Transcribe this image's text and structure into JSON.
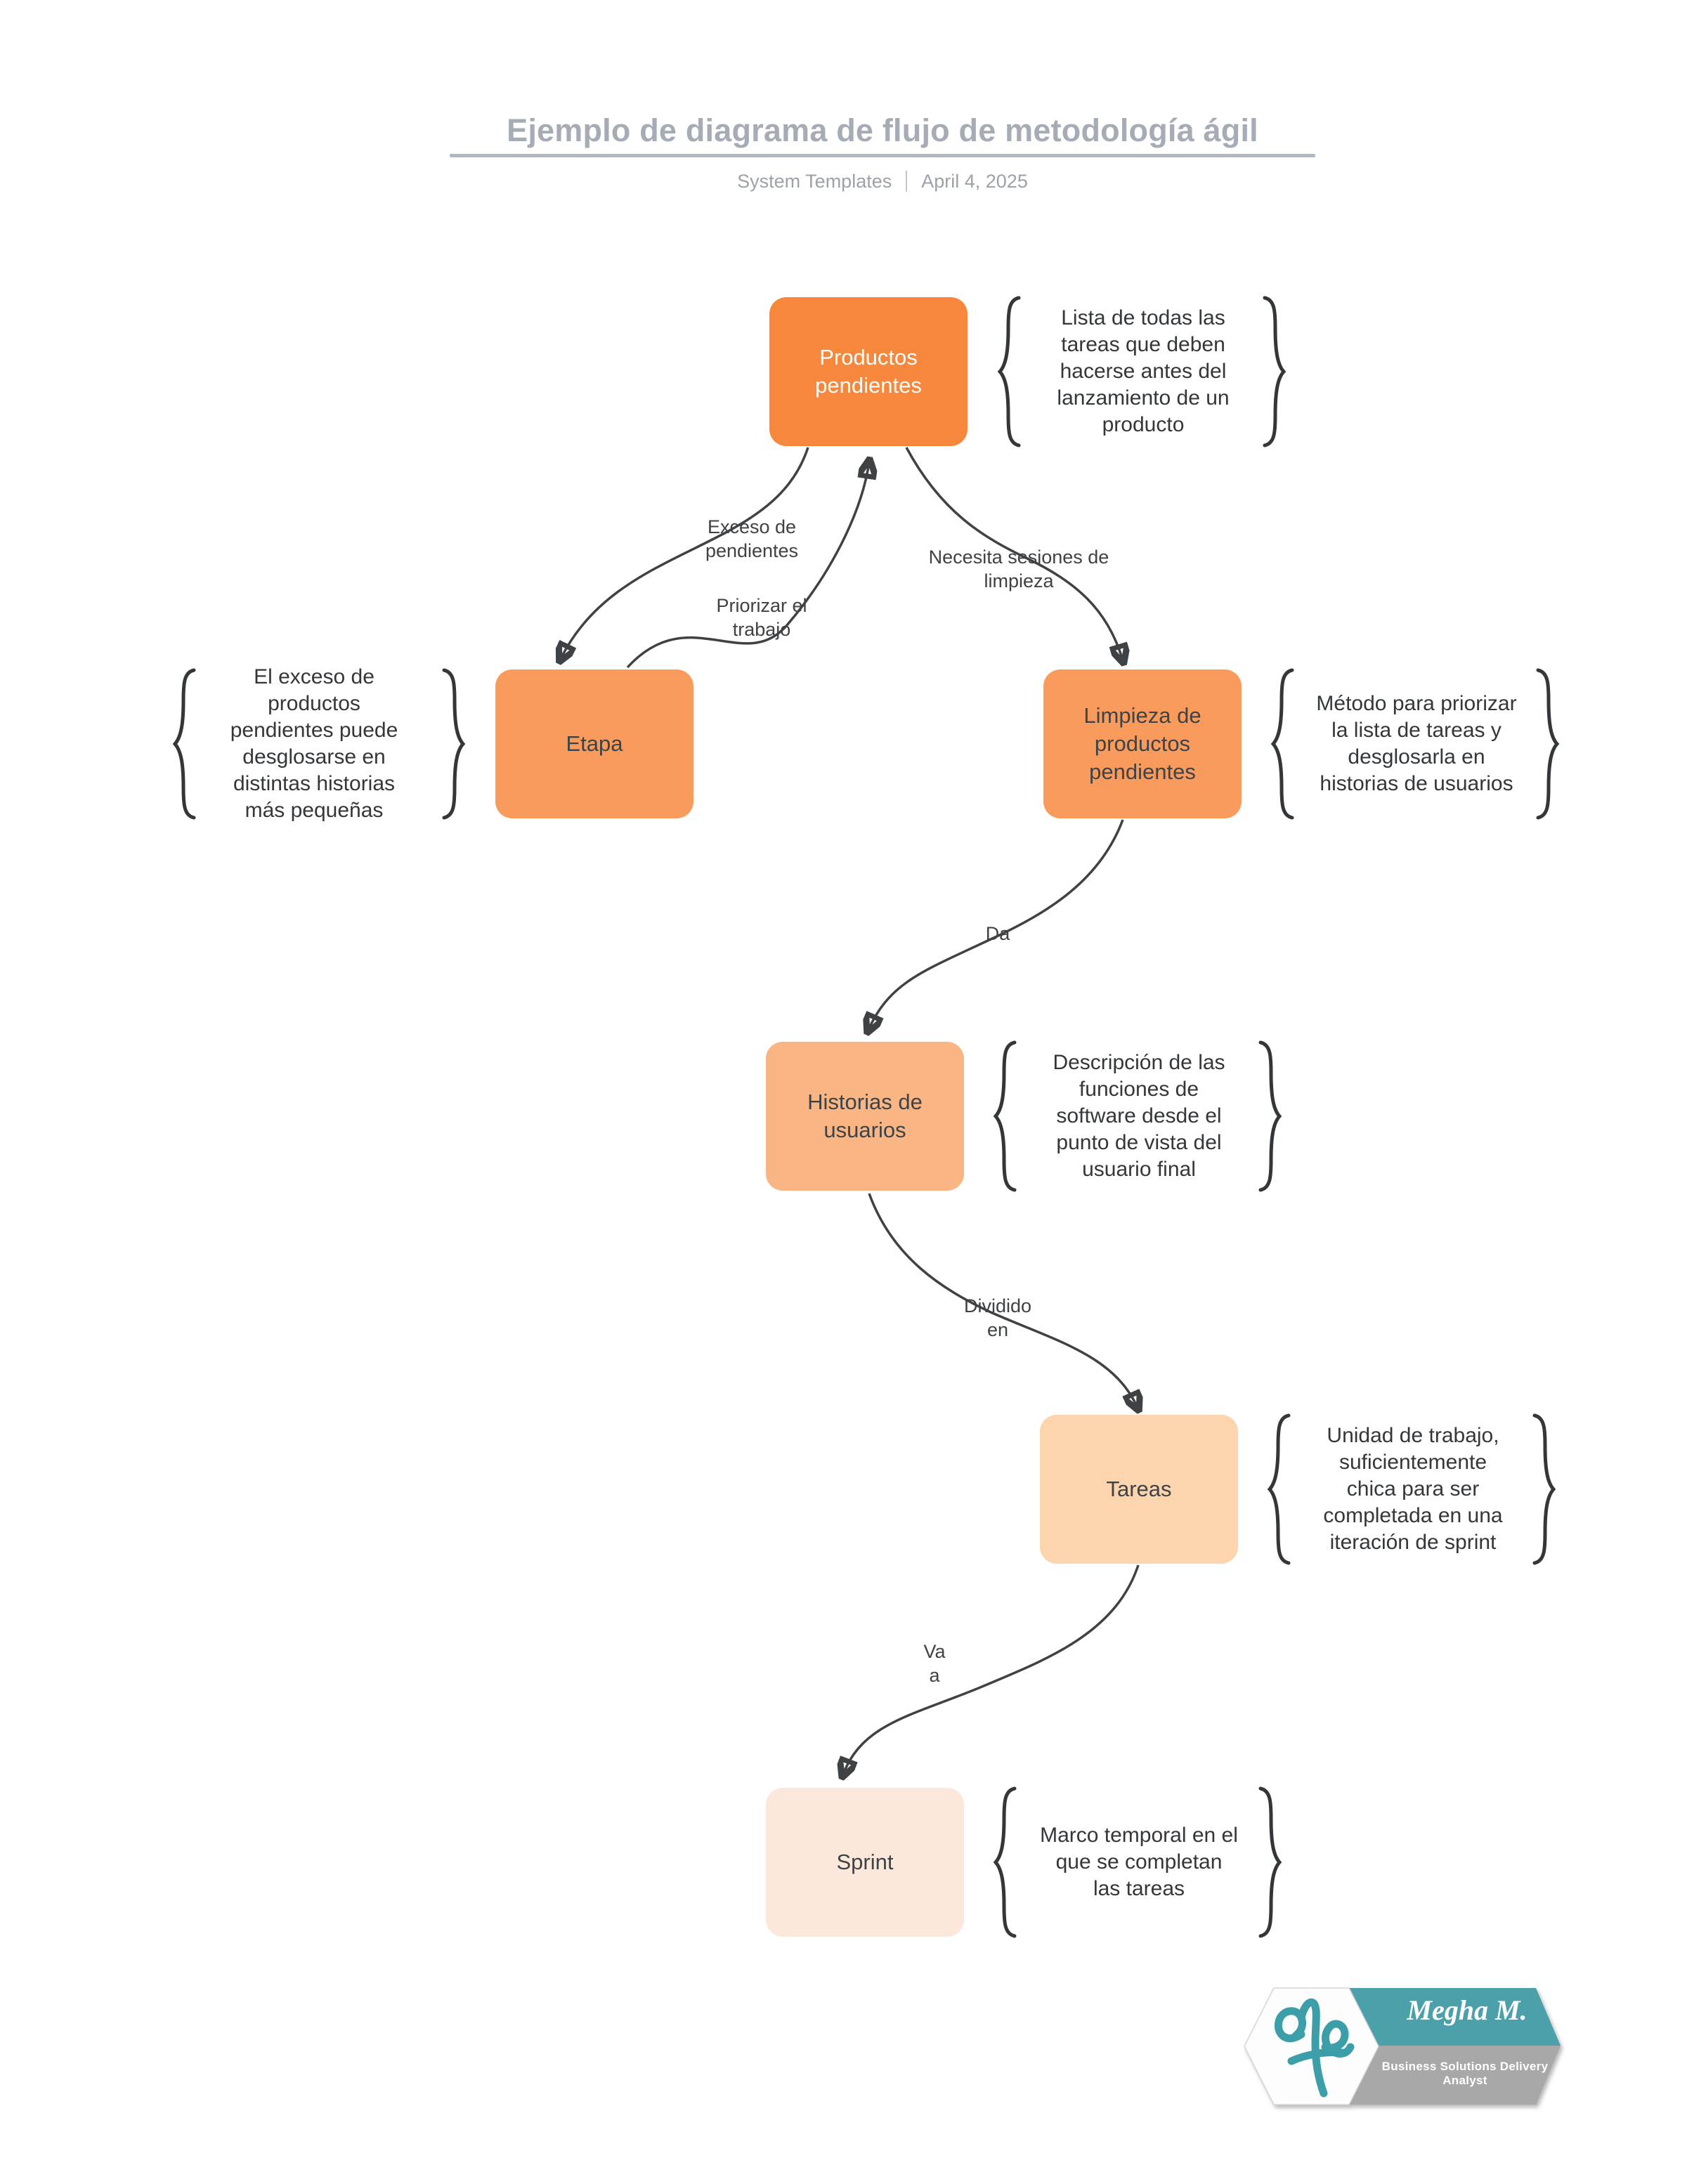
{
  "header": {
    "title": "Ejemplo de diagrama de flujo de metodología ágil",
    "byline": "System Templates",
    "date": "April 4, 2025"
  },
  "colors": {
    "node_productos": "#F6873D",
    "node_etapa": "#F89B5C",
    "node_limpieza": "#F89B5C",
    "node_historias": "#FAB584",
    "node_tareas": "#FCD4AE",
    "node_sprint": "#FBE8DA",
    "node_text_dark": "#3E4347",
    "node_text_light": "#FFFFFF",
    "edge_stroke": "#3F4245",
    "title_gray": "#A6ACB6",
    "logo_teal": "#4BA0AA",
    "logo_gray": "#A8A8A8"
  },
  "nodes": [
    {
      "id": "productos",
      "lines": [
        "Productos",
        "pendientes"
      ],
      "annotation": {
        "side": "right",
        "lines": [
          "Lista de todas las",
          "tareas que deben",
          "hacerse antes del",
          "lanzamiento de un",
          "producto"
        ]
      }
    },
    {
      "id": "etapa",
      "lines": [
        "Etapa"
      ],
      "annotation": {
        "side": "left",
        "lines": [
          "El exceso de",
          "productos",
          "pendientes puede",
          "desglosarse en",
          "distintas historias",
          "más pequeñas"
        ]
      }
    },
    {
      "id": "limpieza",
      "lines": [
        "Limpieza de",
        "productos",
        "pendientes"
      ],
      "annotation": {
        "side": "right",
        "lines": [
          "Método para priorizar",
          "la lista de tareas y",
          "desglosarla en",
          "historias de usuarios"
        ]
      }
    },
    {
      "id": "historias",
      "lines": [
        "Historias de",
        "usuarios"
      ],
      "annotation": {
        "side": "right",
        "lines": [
          "Descripción de las",
          "funciones de",
          "software desde el",
          "punto de vista del",
          "usuario final"
        ]
      }
    },
    {
      "id": "tareas",
      "lines": [
        "Tareas"
      ],
      "annotation": {
        "side": "right",
        "lines": [
          "Unidad de trabajo,",
          "suficientemente",
          "chica para ser",
          "completada en una",
          "iteración de sprint"
        ]
      }
    },
    {
      "id": "sprint",
      "lines": [
        "Sprint"
      ],
      "annotation": {
        "side": "right",
        "lines": [
          "Marco temporal en el",
          "que se completan",
          "las tareas"
        ]
      }
    }
  ],
  "edges": [
    {
      "from": "productos",
      "to": "etapa",
      "label": [
        "Exceso de",
        "pendientes"
      ]
    },
    {
      "from": "etapa",
      "to": "productos",
      "label": [
        "Priorizar el",
        "trabajo"
      ]
    },
    {
      "from": "productos",
      "to": "limpieza",
      "label": [
        "Necesita sesiones de",
        "limpieza"
      ]
    },
    {
      "from": "limpieza",
      "to": "historias",
      "label": [
        "Da"
      ]
    },
    {
      "from": "historias",
      "to": "tareas",
      "label": [
        "Dividido",
        "en"
      ]
    },
    {
      "from": "tareas",
      "to": "sprint",
      "label": [
        "Va",
        "a"
      ]
    }
  ],
  "logo": {
    "name": "Megha M.",
    "tagline": "Business Solutions Delivery Analyst"
  }
}
